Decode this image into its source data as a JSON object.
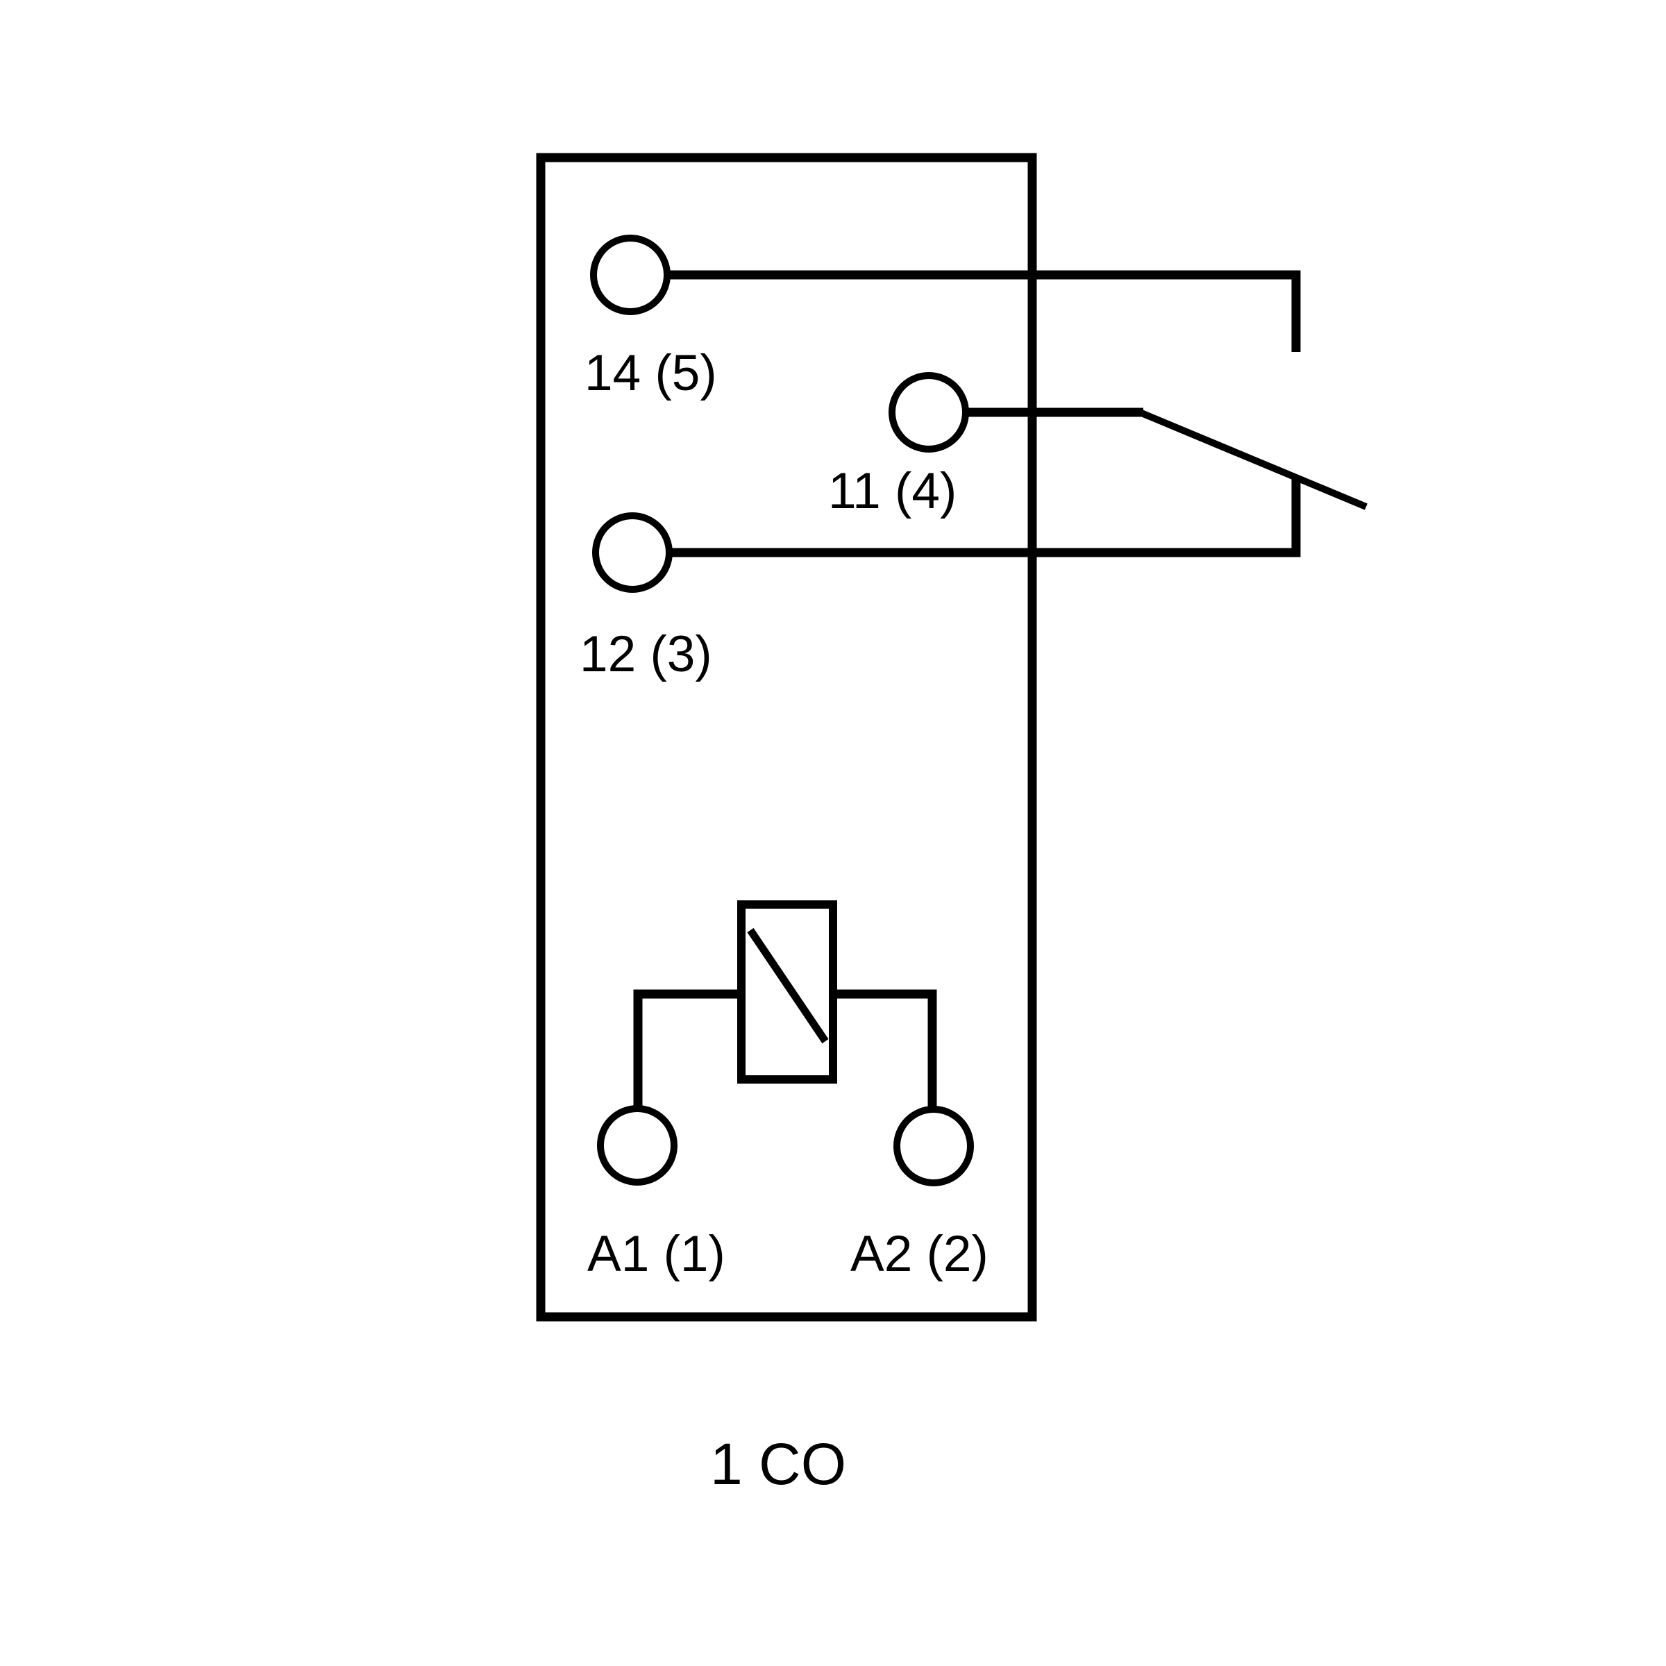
{
  "diagram": {
    "caption": "1 CO",
    "terminals": {
      "no": "14 (5)",
      "com": "11 (4)",
      "nc": "12 (3)",
      "coil_a1": "A1 (1)",
      "coil_a2": "A2 (2)"
    },
    "colors": {
      "line": "#000000",
      "background": "#ffffff"
    }
  }
}
